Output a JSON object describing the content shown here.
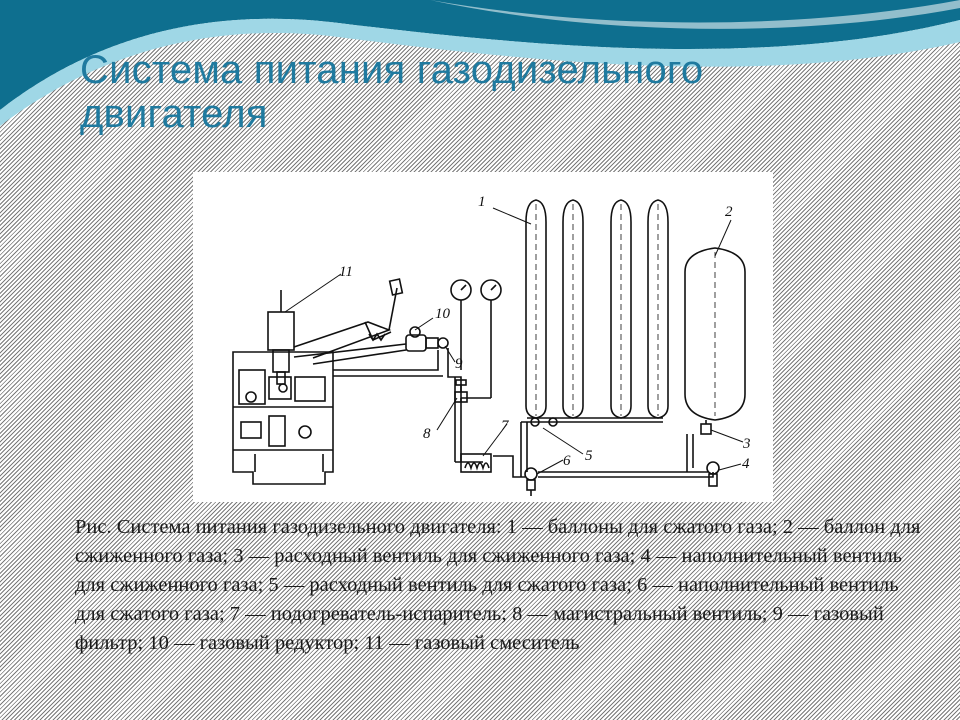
{
  "slide": {
    "title": "Система питания газодизельного двигателя",
    "colors": {
      "title": "#1f7a9f",
      "wave_dark": "#0e6f8f",
      "wave_light": "#9fd7e6"
    }
  },
  "figure": {
    "labels": [
      "1",
      "2",
      "3",
      "4",
      "5",
      "6",
      "7",
      "8",
      "9",
      "10",
      "11"
    ],
    "caption": "Рис. Система питания газодизельного двигателя: 1 — баллоны для сжатого газа; 2 — баллон для сжиженного газа; 3 — расходный вентиль для сжиженного газа; 4 — наполнительный вентиль для сжиженного газа; 5 — расходный вентиль для сжатого газа; 6 — наполнительный вентиль для сжатого газа; 7 — подогреватель-испаритель; 8 — магистральный вентиль; 9 — газовый фильтр; 10 — газовый редуктор; 11 — газовый смеситель"
  }
}
